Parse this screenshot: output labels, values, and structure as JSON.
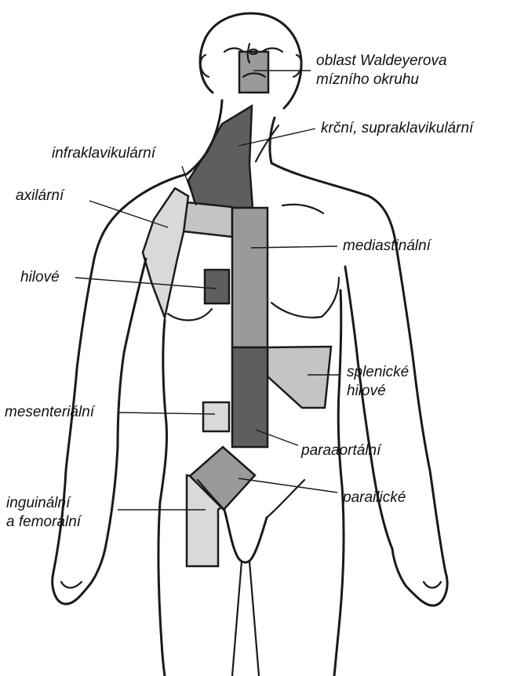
{
  "colors": {
    "background": "#ffffff",
    "outline": "#1a1a1a",
    "dark": "#5e5e5e",
    "medium": "#9a9a9a",
    "light": "#c4c4c4",
    "lighter": "#d9d9d9"
  },
  "labels": {
    "waldeyer_line1": "oblast Waldeyerova",
    "waldeyer_line2": "mízního okruhu",
    "cervical": "krční, supraklavikulární",
    "infraclavicular": "infraklavikulární",
    "axillary": "axilární",
    "mediastinal": "mediastinální",
    "hilar": "hilové",
    "splenic_line1": "splenické",
    "splenic_line2": "hilové",
    "mesenteric": "mesenteriální",
    "paraaortic": "paraaortální",
    "iliac": "parailické",
    "inguinal_line1": "inguinální",
    "inguinal_line2": "a femorální"
  }
}
